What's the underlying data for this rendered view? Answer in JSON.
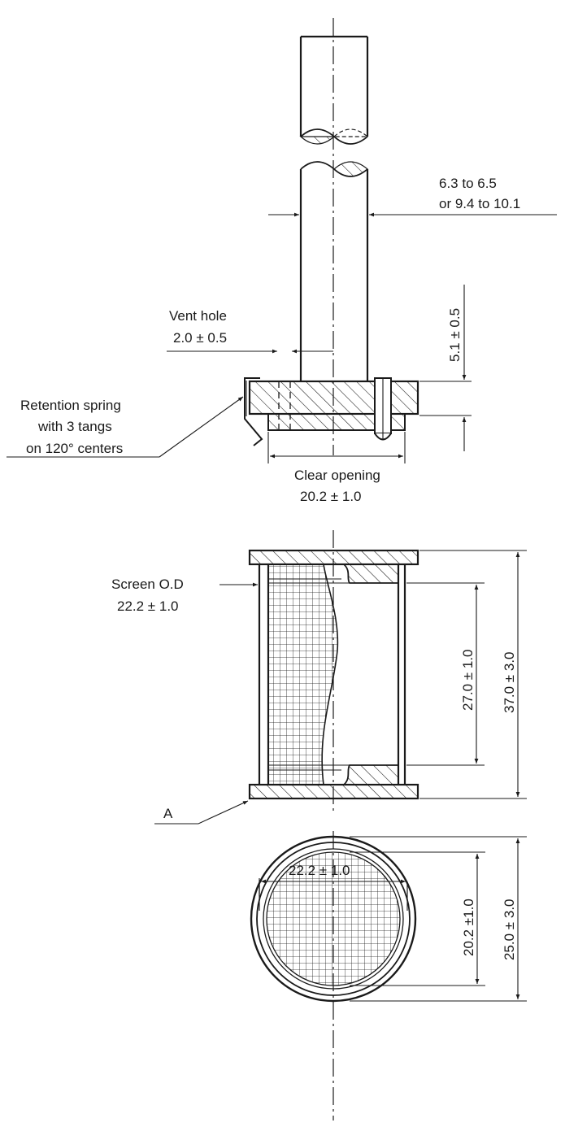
{
  "labels": {
    "rod_diameter_line1": "6.3 to 6.5",
    "rod_diameter_line2": "or 9.4 to 10.1",
    "disk_thickness": "5.1 ± 0.5",
    "vent_hole_title": "Vent hole",
    "vent_hole_value": "2.0 ± 0.5",
    "spring_line1": "Retention spring",
    "spring_line2": "with 3 tangs",
    "spring_line3": "on 120° centers",
    "clear_opening_title": "Clear opening",
    "clear_opening_value": "20.2 ± 1.0",
    "screen_od_title": "Screen O.D",
    "screen_od_value": "22.2 ± 1.0",
    "screen_length": "27.0 ± 1.0",
    "basket_height": "37.0 ± 3.0",
    "ref_a": "A",
    "plan_width": "22.2 ± 1.0",
    "plan_inner": "20.2 ±1.0",
    "plan_outer": "25.0 ± 3.0"
  }
}
